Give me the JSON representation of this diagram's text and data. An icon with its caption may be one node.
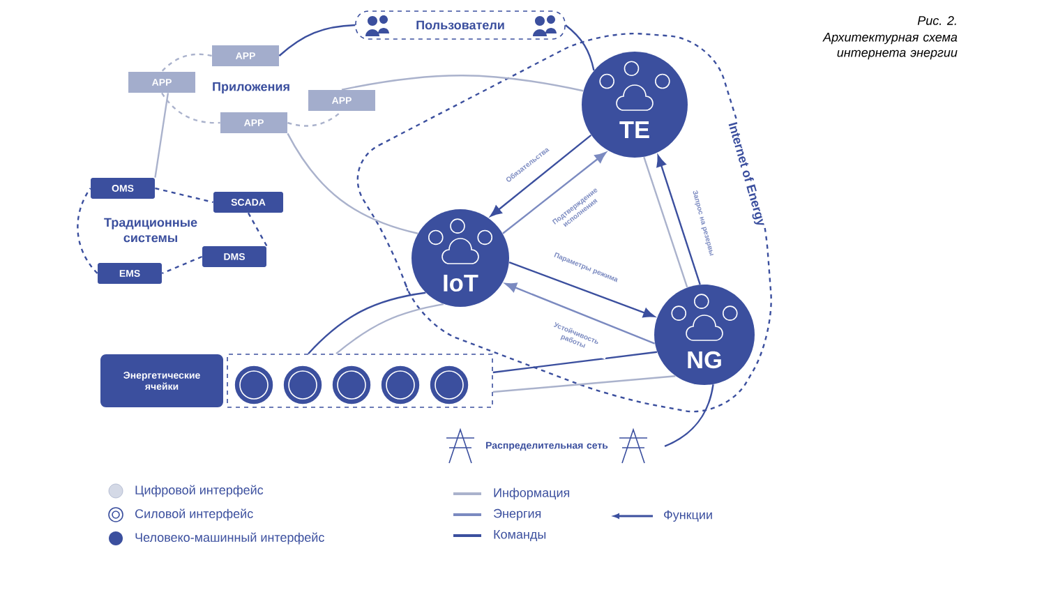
{
  "diagram": {
    "title": "Рис. 2.",
    "caption": "Архитектурная схема интернета энергии",
    "nodes": [
      {
        "text": [
          "Пользователи"
        ]
      },
      {
        "text": [
          "APP"
        ]
      },
      {
        "text": [
          "APP"
        ]
      },
      {
        "text": [
          "APP"
        ]
      },
      {
        "text": [
          "APP"
        ]
      },
      {
        "text": [
          "OMS"
        ]
      },
      {
        "text": [
          "SCADA"
        ]
      },
      {
        "text": [
          "DMS"
        ]
      },
      {
        "text": [
          "EMS"
        ]
      },
      {
        "text": [
          "Internet of Energy"
        ]
      },
      {
        "text": [
          "TE"
        ],
        "in": 9
      },
      {
        "text": [
          "IoT"
        ],
        "in": 9
      },
      {
        "text": [
          "NG"
        ],
        "in": 9
      },
      {
        "text": [
          "Энергетические ячейки"
        ]
      },
      {
        "text": [],
        "shape": "box"
      },
      {
        "text": [
          "Распределительная сеть"
        ]
      }
    ],
    "edges": [
      {
        "from": 0,
        "to": 1,
        "arrow": "none"
      },
      {
        "from": 0,
        "to": 10,
        "arrow": "none"
      },
      {
        "from": 1,
        "to": 2,
        "arrow": "none",
        "style": "dashed",
        "color": "#aab2cc"
      },
      {
        "from": 2,
        "to": 4,
        "arrow": "none",
        "style": "dashed",
        "color": "#aab2cc"
      },
      {
        "from": 4,
        "to": 3,
        "arrow": "none",
        "style": "dashed",
        "color": "#aab2cc"
      },
      {
        "from": 3,
        "to": 10,
        "arrow": "none",
        "color": "#aab2cc"
      },
      {
        "from": 4,
        "to": 11,
        "arrow": "none",
        "color": "#aab2cc"
      },
      {
        "from": 2,
        "to": 5,
        "arrow": "none",
        "color": "#aab2cc"
      },
      {
        "from": 5,
        "to": 6,
        "arrow": "none",
        "style": "dashed"
      },
      {
        "from": 6,
        "to": 7,
        "arrow": "none",
        "style": "dashed"
      },
      {
        "from": 7,
        "to": 8,
        "arrow": "none",
        "style": "dashed"
      },
      {
        "from": 8,
        "to": 5,
        "arrow": "none",
        "style": "dashed"
      },
      {
        "from": 10,
        "to": 11,
        "arrow": "to",
        "label": "Обязательства"
      },
      {
        "from": 11,
        "to": 10,
        "arrow": "to",
        "label": "Подтверждение исполнения",
        "color": "#7b8ac0"
      },
      {
        "from": 12,
        "to": 10,
        "arrow": "to",
        "label": "Запрос на резервы"
      },
      {
        "from": 10,
        "to": 12,
        "arrow": "none",
        "color": "#aab2cc"
      },
      {
        "from": 11,
        "to": 12,
        "arrow": "to",
        "label": "Параметры режима"
      },
      {
        "from": 12,
        "to": 11,
        "arrow": "to",
        "label": "Устойчивость работы",
        "color": "#7b8ac0"
      },
      {
        "from": 14,
        "to": 11,
        "arrow": "none"
      },
      {
        "from": 14,
        "to": 11,
        "arrow": "none",
        "color": "#aab2cc"
      },
      {
        "from": 14,
        "to": 12,
        "arrow": "none"
      },
      {
        "from": 14,
        "to": 12,
        "arrow": "none",
        "color": "#aab2cc"
      },
      {
        "from": 15,
        "to": 12,
        "arrow": "none"
      }
    ],
    "labels": [
      "Приложения",
      "Традиционные системы"
    ],
    "legend": [
      {
        "text": "Цифровой интерфейс"
      },
      {
        "text": "Силовой интерфейс"
      },
      {
        "text": "Человеко-машинный интерфейс"
      },
      {
        "text": "Информация"
      },
      {
        "text": "Энергия"
      },
      {
        "text": "Команды"
      },
      {
        "text": "Функции"
      }
    ]
  }
}
